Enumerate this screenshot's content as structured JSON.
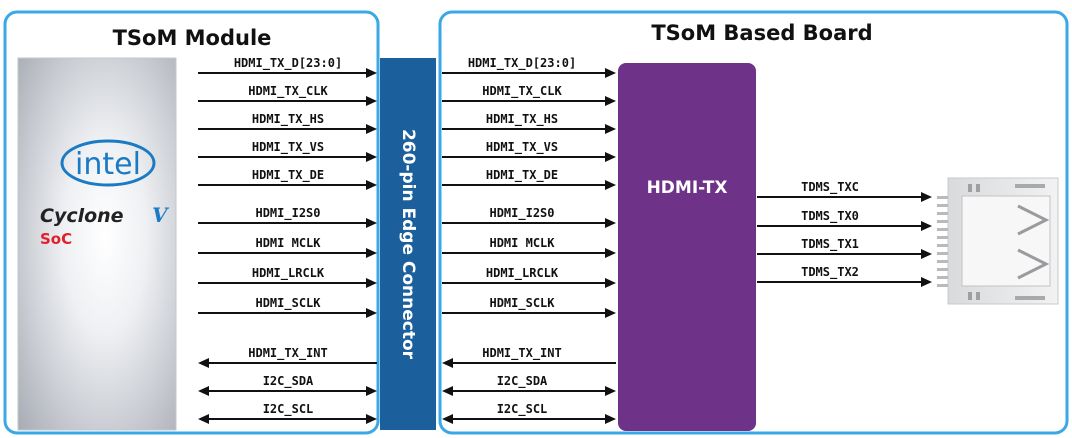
{
  "left_panel": {
    "title": "TSoM Module"
  },
  "right_panel": {
    "title": "TSoM Based Board"
  },
  "soc_chip": {
    "brand": "intel",
    "family": "Cyclone",
    "version": "V",
    "suffix": "SoC"
  },
  "connector": {
    "label": "260-pin Edge Connector"
  },
  "hdmi_chip": {
    "label": "HDMI-TX"
  },
  "signals": [
    {
      "name": "HDMI_TX_D[23:0]",
      "dir": "out"
    },
    {
      "name": "HDMI_TX_CLK",
      "dir": "out"
    },
    {
      "name": "HDMI_TX_HS",
      "dir": "out"
    },
    {
      "name": "HDMI_TX_VS",
      "dir": "out"
    },
    {
      "name": "HDMI_TX_DE",
      "dir": "out"
    },
    {
      "name": "HDMI_I2S0",
      "dir": "out"
    },
    {
      "name": "HDMI MCLK",
      "dir": "out"
    },
    {
      "name": "HDMI_LRCLK",
      "dir": "out"
    },
    {
      "name": "HDMI_SCLK",
      "dir": "out"
    },
    {
      "name": "HDMI_TX_INT",
      "dir": "in"
    },
    {
      "name": "I2C_SDA",
      "dir": "bi"
    },
    {
      "name": "I2C_SCL",
      "dir": "bi"
    }
  ],
  "tmds_signals": [
    "TDMS_TXC",
    "TDMS_TX0",
    "TDMS_TX1",
    "TDMS_TX2"
  ],
  "colors": {
    "panel_border": "#3aa8e6",
    "connector": "#1b5f9c",
    "hdmi_chip": "#6e3288",
    "soc_red": "#e0202e",
    "intel_blue": "#1a7bc4"
  }
}
